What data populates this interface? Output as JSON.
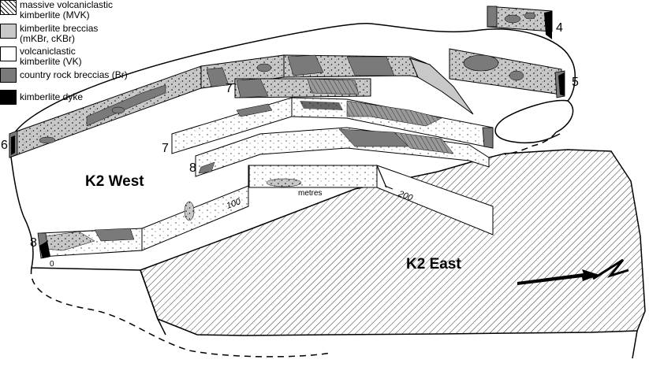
{
  "legend": {
    "items": [
      {
        "label_line1": "massive volcaniclastic",
        "label_line2": "kimberlite (MVK)",
        "pattern": "hatch"
      },
      {
        "label_line1": "kimberlite breccias",
        "label_line2": "(mKBr, cKBr)",
        "pattern": "light-grey"
      },
      {
        "label_line1": "volcaniclastic",
        "label_line2": "kimberlite (VK)",
        "pattern": "white"
      },
      {
        "label_line1": "country rock breccias (Br)",
        "label_line2": "",
        "pattern": "dark-grey"
      },
      {
        "label_line1": "kimberlite dyke",
        "label_line2": "",
        "pattern": "black"
      }
    ]
  },
  "regions": {
    "west": "K2 West",
    "east": "K2 East"
  },
  "section_numbers": {
    "s4": "4",
    "s5": "5",
    "s6": "6",
    "s7a": "7",
    "s7b": "7",
    "s8a": "8",
    "s8b": "8"
  },
  "scale": {
    "tick_0": "0",
    "tick_100": "100",
    "tick_200": "200",
    "unit": "metres"
  },
  "colors": {
    "light_grey": "#c8c8c8",
    "dark_grey": "#7a7a7a",
    "black": "#000000",
    "line": "#000000"
  },
  "north_arrow_icon": "north-arrow-icon"
}
